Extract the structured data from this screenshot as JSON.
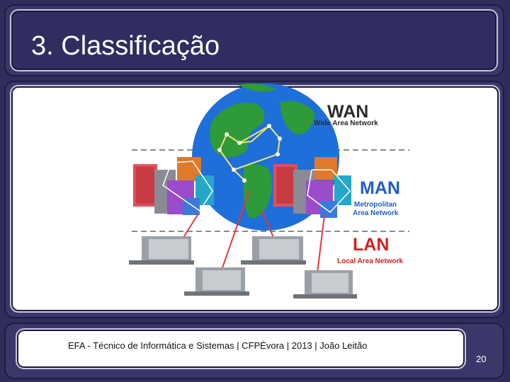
{
  "slide": {
    "title": "3. Classificação",
    "footer": "EFA - Técnico de Informática e Sistemas | CFPÉvora | 2013 | João Leitão",
    "page_number": "20"
  },
  "diagram": {
    "wan": {
      "label": "WAN",
      "sublabel": "Wide Area Network"
    },
    "man": {
      "label": "MAN",
      "sublabel_line1": "Metropolitan",
      "sublabel_line2": "Area Network"
    },
    "lan": {
      "label": "LAN",
      "sublabel": "Local Area Network"
    }
  },
  "colors": {
    "frame": "#3a376b",
    "wan_text": "#2b2b2b",
    "man_text": "#1f5fc9",
    "lan_text": "#d62020",
    "link_red": "#e23a3a",
    "globe_ocean": "#1e6fd9",
    "globe_land": "#2e9a3a"
  }
}
